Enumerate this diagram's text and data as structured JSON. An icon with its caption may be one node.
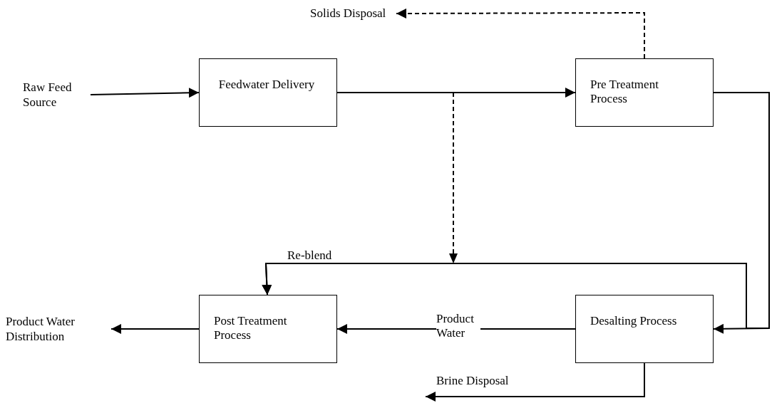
{
  "diagram": {
    "nodes": [
      {
        "text": [
          "Raw Feed Source"
        ]
      },
      {
        "text": [
          "Feedwater Delivery"
        ]
      },
      {
        "text": [
          "Solids Disposal"
        ]
      },
      {
        "text": [
          "Pre Treatment Process"
        ]
      },
      {
        "text": [
          "Product Water Distribution"
        ]
      },
      {
        "text": [
          "Post Treatment Process"
        ]
      },
      {
        "text": [
          "Desalting Process"
        ]
      }
    ],
    "edges": [
      {
        "from": 0,
        "to": 1,
        "arrow": "to"
      },
      {
        "from": 1,
        "to": 3,
        "arrow": "to"
      },
      {
        "from": 3,
        "to": 2,
        "arrow": "to",
        "style": "dashed"
      },
      {
        "from": 3,
        "to": 6,
        "arrow": "to"
      },
      {
        "from": 3,
        "to": 5,
        "arrow": "to",
        "label": "Re-blend"
      },
      {
        "from": 1,
        "to": 5,
        "arrow": "to",
        "style": "dashed"
      },
      {
        "from": 5,
        "to": 4,
        "arrow": "to"
      },
      {
        "from": 6,
        "to": 5,
        "arrow": "to",
        "label": "Product Water"
      },
      {
        "from": 6,
        "to": null,
        "arrow": "to",
        "label": "Brine Disposal"
      }
    ]
  }
}
